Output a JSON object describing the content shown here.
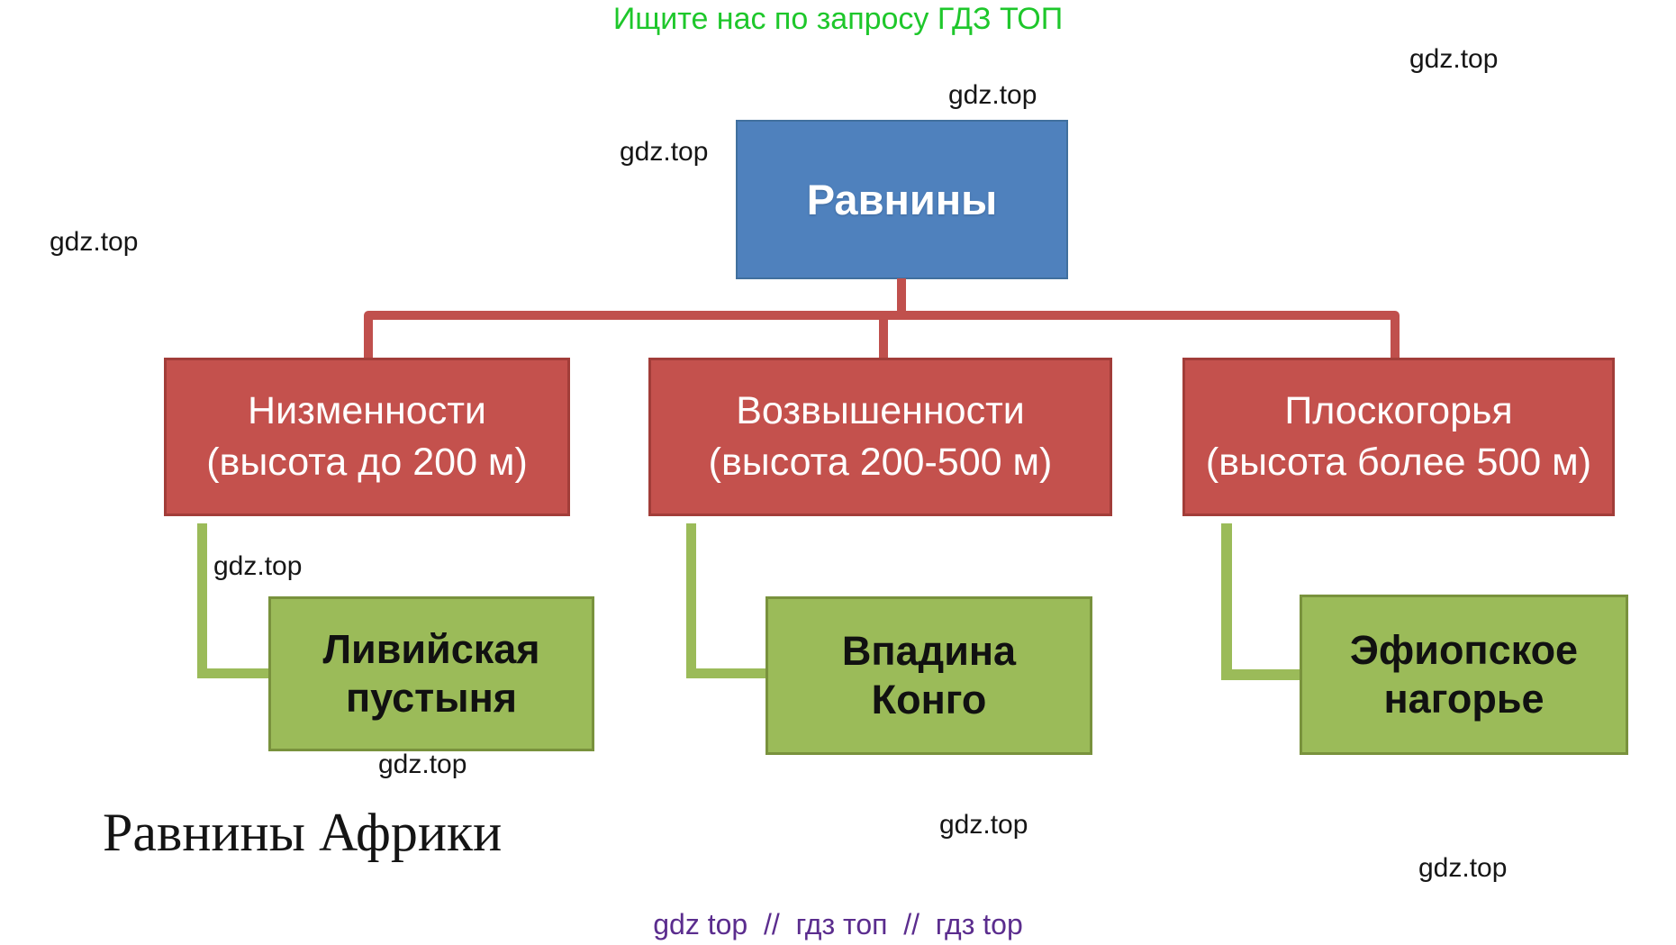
{
  "header": {
    "promo_text": "Ищите нас по запросу ГДЗ ТОП"
  },
  "footer": {
    "promo_text": "gdz top  //  гдз топ  //  гдз top"
  },
  "watermark": {
    "text": "gdz.top"
  },
  "caption": {
    "text": "Равнины Африки"
  },
  "colors": {
    "root_fill": "#4f81bd",
    "root_border": "#41709e",
    "category_fill": "#c4514d",
    "category_border": "#a23d39",
    "level1_connector": "#c0504d",
    "example_fill": "#9bbb59",
    "example_border": "#79923d",
    "level2_connector": "#9bbb59",
    "header_text_color": "#1ec72b",
    "footer_text_color": "#5b2d8e",
    "watermark_text_color": "#161616"
  },
  "diagram": {
    "type": "hierarchy",
    "root": {
      "label": "Равнины"
    },
    "branches": [
      {
        "title": "Низменности",
        "subtitle": "(высота до 200 м)",
        "example": "Ливийская пустыня"
      },
      {
        "title": "Возвышенности",
        "subtitle": "(высота 200-500 м)",
        "example": "Впадина Конго"
      },
      {
        "title": "Плоскогорья",
        "subtitle": "(высота более 500 м)",
        "example": "Эфиопское нагорье"
      }
    ]
  }
}
